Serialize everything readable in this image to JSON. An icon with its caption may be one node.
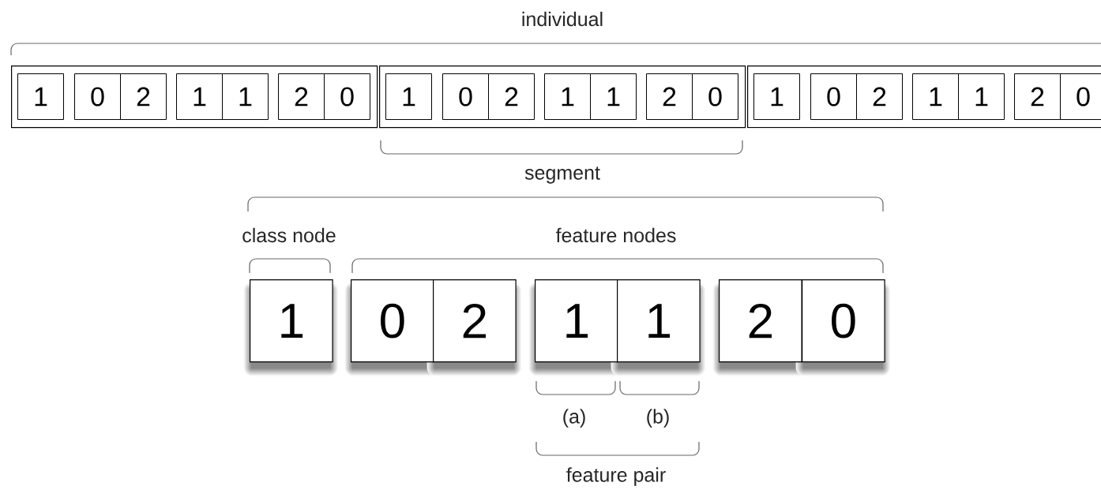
{
  "diagram": {
    "nodes": [
      {
        "text": [],
        "shape": "box"
      },
      {
        "text": [
          "1"
        ],
        "in": 0
      },
      {
        "text": [
          "0"
        ],
        "in": 0
      },
      {
        "text": [
          "2"
        ],
        "in": 0
      },
      {
        "text": [
          "1"
        ],
        "in": 0
      },
      {
        "text": [
          "1"
        ],
        "in": 0
      },
      {
        "text": [
          "2"
        ],
        "in": 0
      },
      {
        "text": [
          "0"
        ],
        "in": 0
      },
      {
        "text": [],
        "shape": "box"
      },
      {
        "text": [
          "1"
        ],
        "in": 8
      },
      {
        "text": [
          "0"
        ],
        "in": 8
      },
      {
        "text": [
          "2"
        ],
        "in": 8
      },
      {
        "text": [
          "1"
        ],
        "in": 8
      },
      {
        "text": [
          "1"
        ],
        "in": 8
      },
      {
        "text": [
          "2"
        ],
        "in": 8
      },
      {
        "text": [
          "0"
        ],
        "in": 8
      },
      {
        "text": [],
        "shape": "box"
      },
      {
        "text": [
          "1"
        ],
        "in": 16
      },
      {
        "text": [
          "0"
        ],
        "in": 16
      },
      {
        "text": [
          "2"
        ],
        "in": 16
      },
      {
        "text": [
          "1"
        ],
        "in": 16
      },
      {
        "text": [
          "1"
        ],
        "in": 16
      },
      {
        "text": [
          "2"
        ],
        "in": 16
      },
      {
        "text": [
          "0"
        ],
        "in": 16
      },
      {
        "text": [
          "1"
        ]
      },
      {
        "text": [
          "0"
        ]
      },
      {
        "text": [
          "2"
        ]
      },
      {
        "text": [
          "1"
        ]
      },
      {
        "text": [
          "1"
        ]
      },
      {
        "text": [
          "2"
        ]
      },
      {
        "text": [
          "0"
        ]
      }
    ],
    "labels": [
      "individual",
      "segment",
      "class node",
      "feature nodes",
      "(a)",
      "(b)",
      "feature pair"
    ]
  }
}
